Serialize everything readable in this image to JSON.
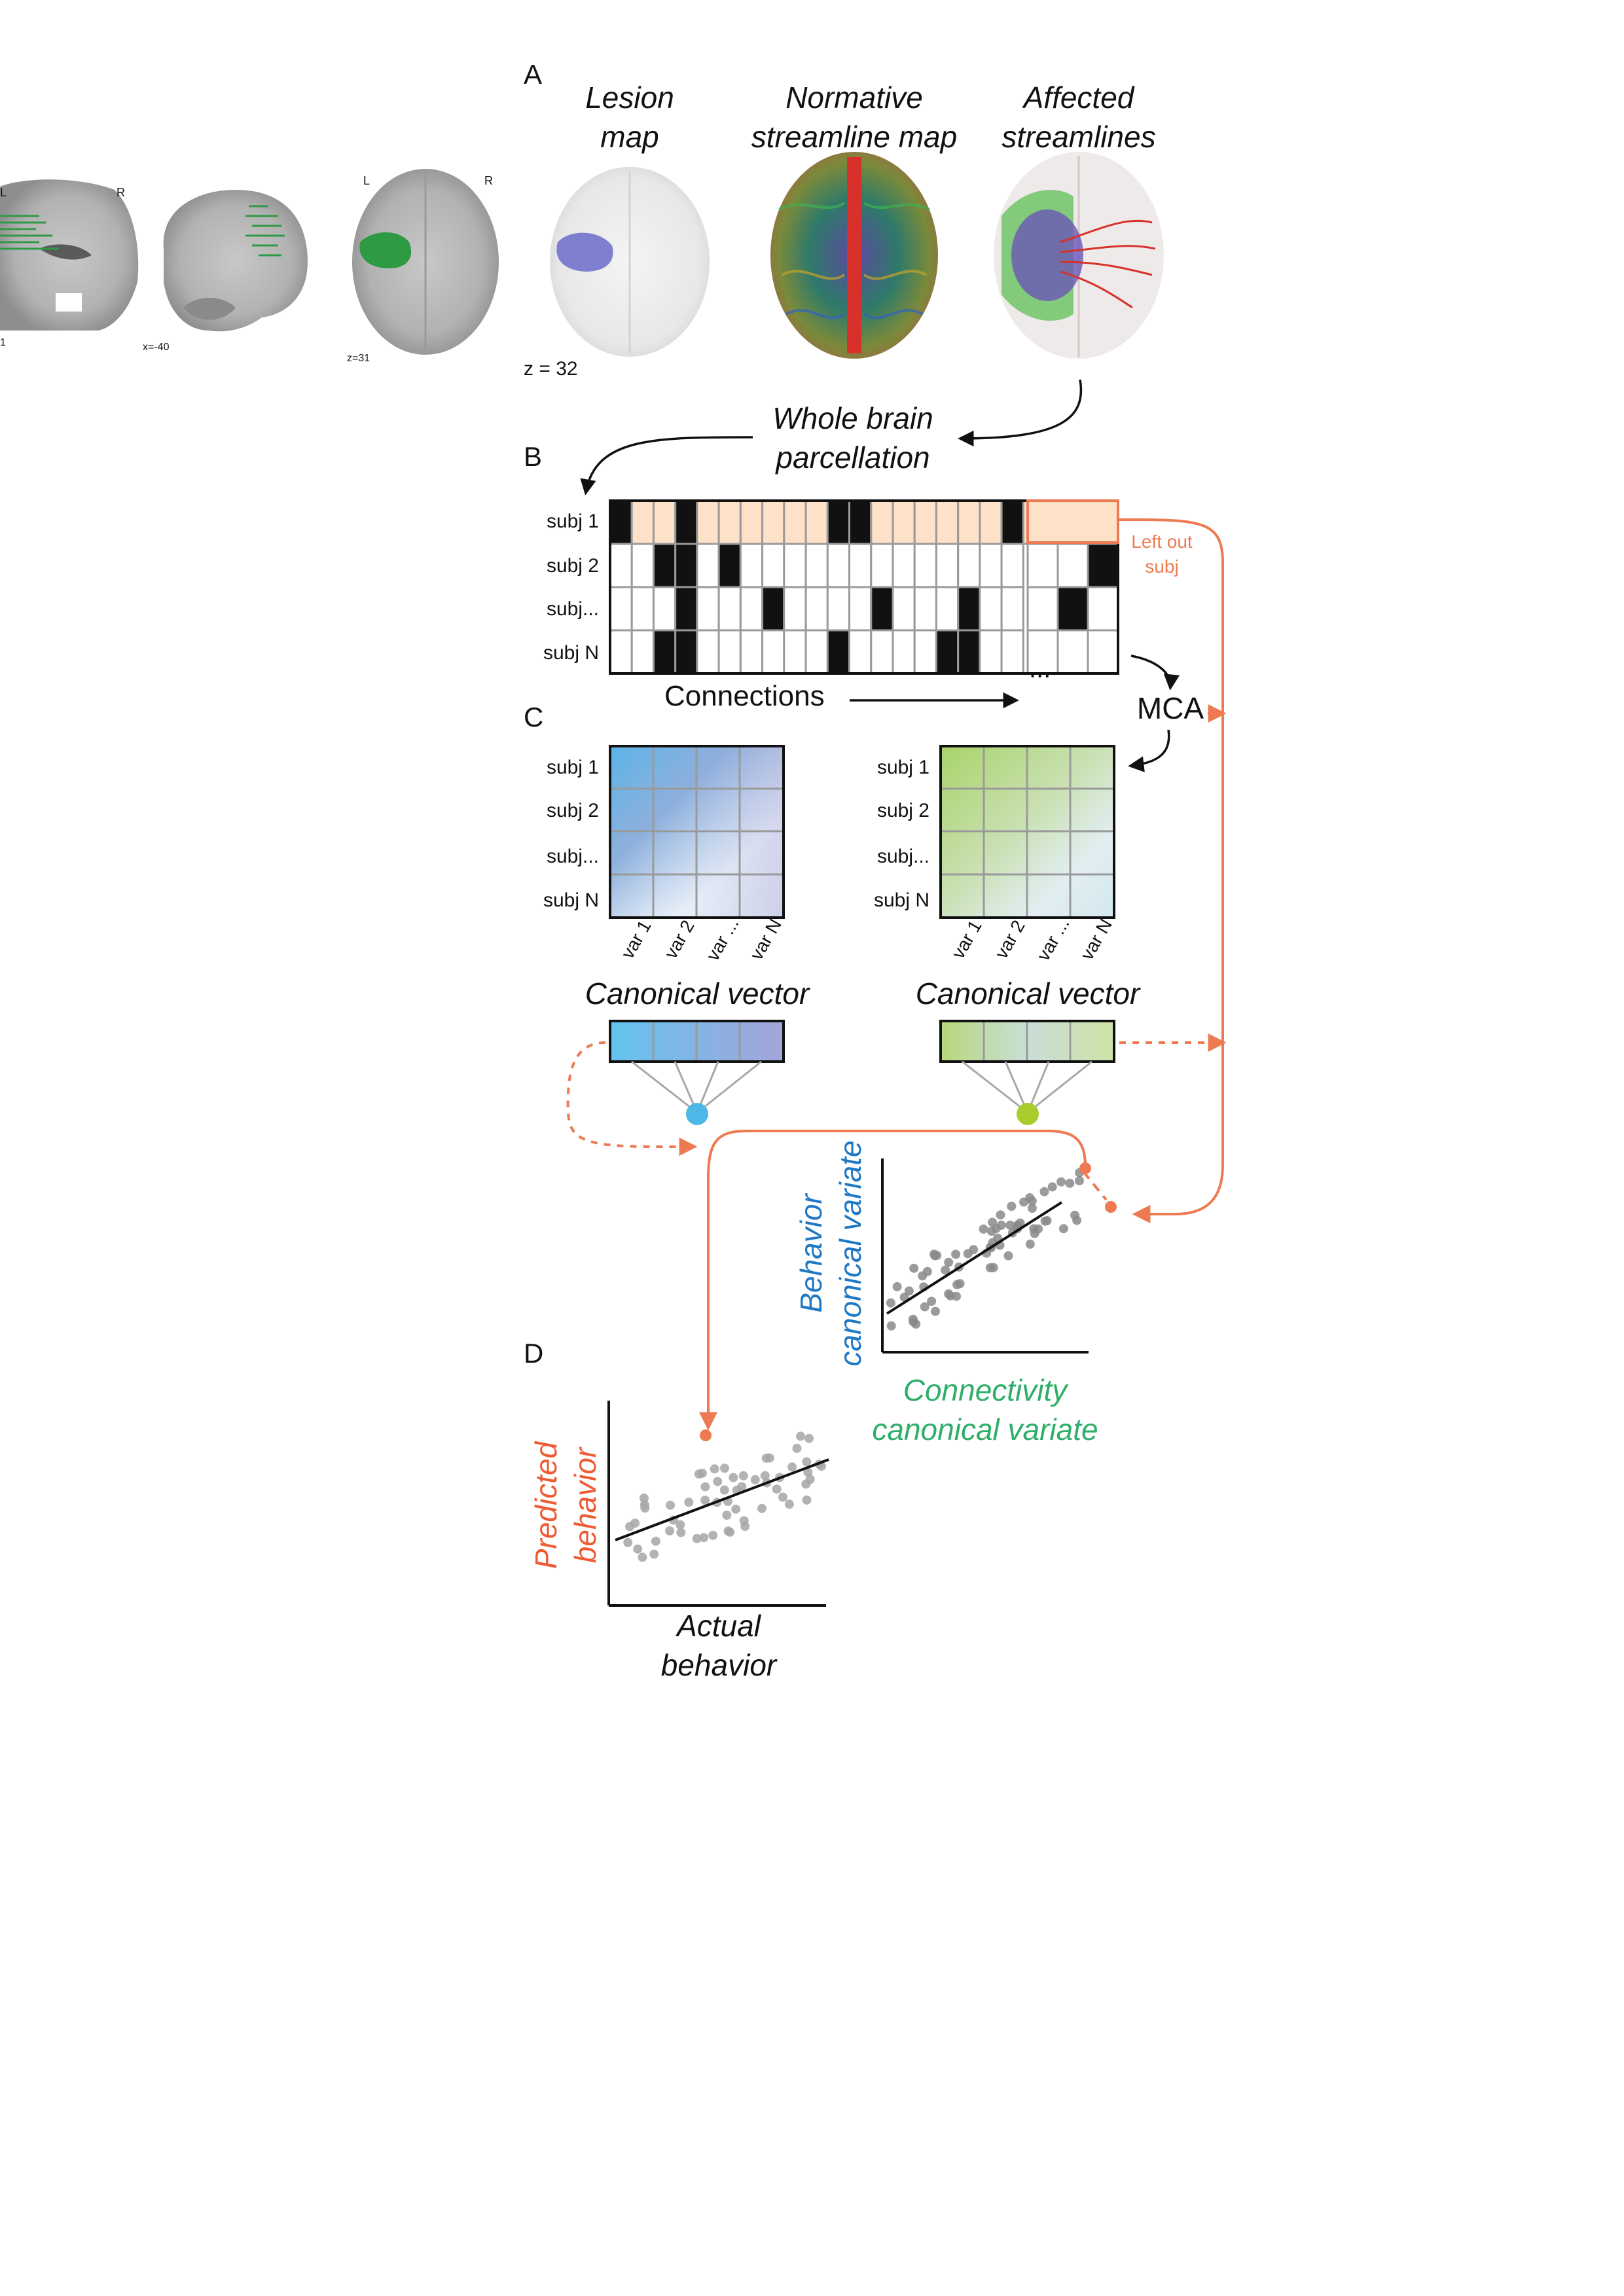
{
  "panels": {
    "a": "A",
    "b": "B",
    "c": "C",
    "d": "D"
  },
  "brain_slices": {
    "coronal_left_label": "L",
    "coronal_right_label": "R",
    "coronal_coord": "1",
    "sagittal_coord": "x=-40",
    "axial_left_label": "L",
    "axial_right_label": "R",
    "axial_coord": "z=31"
  },
  "panel_a": {
    "lesion_title_1": "Lesion",
    "lesion_title_2": "map",
    "normative_title_1": "Normative",
    "normative_title_2": "streamline map",
    "affected_title_1": "Affected",
    "affected_title_2": "streamlines",
    "lesion_coord": "z = 32",
    "parcellation_1": "Whole brain",
    "parcellation_2": "parcellation"
  },
  "panel_b": {
    "rows": [
      "subj 1",
      "subj 2",
      "subj...",
      "subj N"
    ],
    "connections_label": "Connections",
    "ellipsis": "...",
    "left_out_1": "Left out",
    "left_out_2": "subj",
    "mca_label": "MCA",
    "matrix_cols": 23,
    "filled_cells": [
      [
        0,
        3,
        10,
        11,
        18
      ],
      [
        2,
        3,
        5,
        22
      ],
      [
        3,
        7,
        12,
        16,
        21
      ],
      [
        2,
        3,
        10,
        15,
        16
      ]
    ]
  },
  "panel_c": {
    "left_rows": [
      "subj 1",
      "subj 2",
      "subj...",
      "subj N"
    ],
    "right_rows": [
      "subj 1",
      "subj 2",
      "subj...",
      "subj N"
    ],
    "cols": [
      "var 1",
      "var 2",
      "var ...",
      "var N"
    ],
    "canonical_left": "Canonical vector",
    "canonical_right": "Canonical vector",
    "behavior_axis_1": "Behavior",
    "behavior_axis_2": "canonical variate",
    "connectivity_axis_1": "Connectivity",
    "connectivity_axis_2": "canonical variate"
  },
  "panel_d": {
    "y_axis_1": "Predicted",
    "y_axis_2": "behavior",
    "x_axis_1": "Actual",
    "x_axis_2": "behavior"
  },
  "colors": {
    "orange": "#ee7a52",
    "blue_text": "#1f78c4",
    "green_text": "#2fae6a",
    "light_orange": "#fde2c8",
    "blue_node": "#4cb8e8",
    "green_node": "#a9cc2c"
  }
}
